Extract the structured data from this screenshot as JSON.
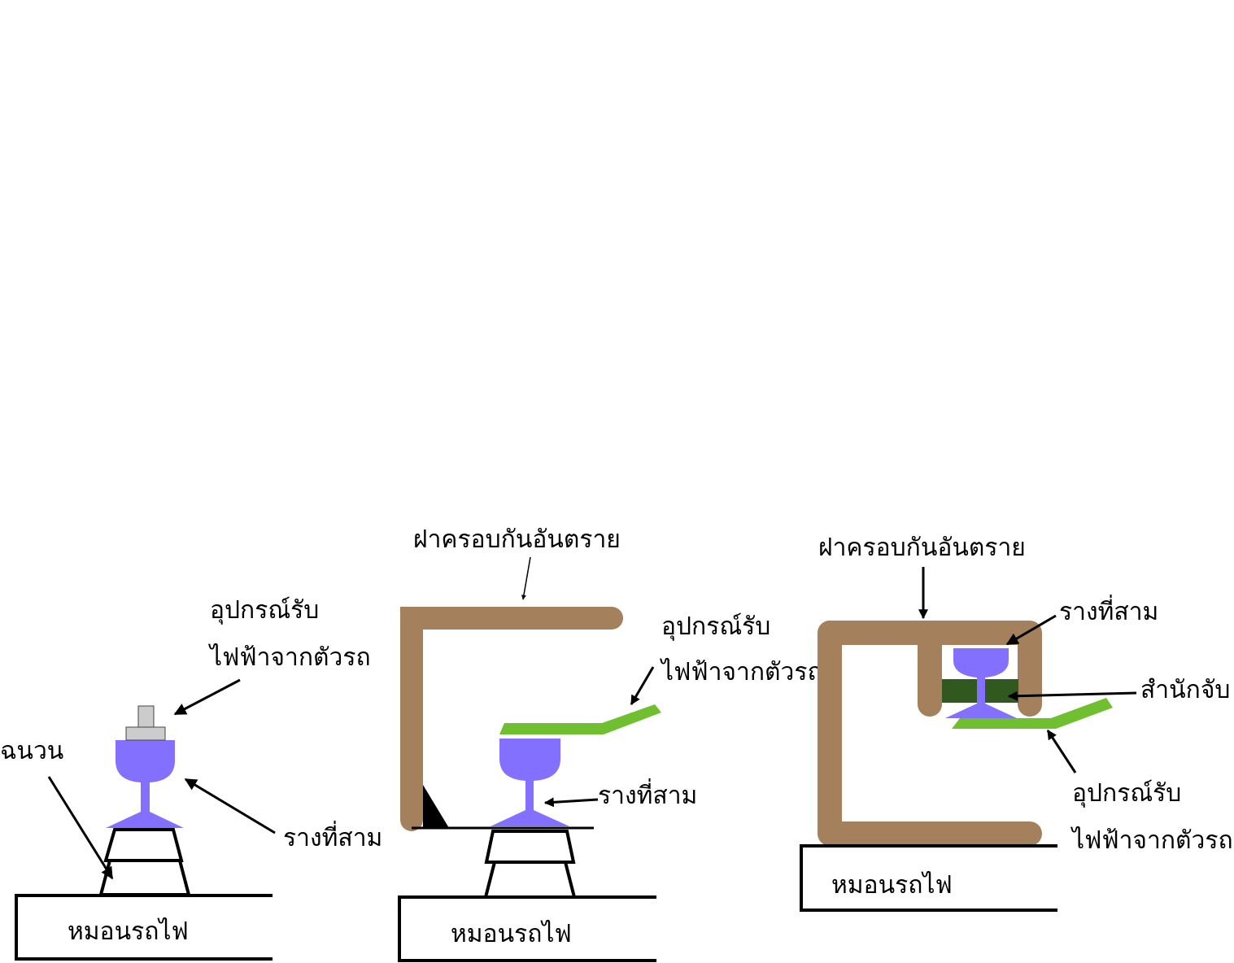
{
  "colors": {
    "rail": "#8470ff",
    "cover": "#a5805c",
    "shoe_green": "#70bf30",
    "mount_dark_green": "#31591f",
    "shoe_grey": "#cccccc",
    "line": "#000000"
  },
  "diagram1": {
    "collector_line1": "อุปกรณ์รับ",
    "collector_line2": "ไฟฟ้าจากตัวรถ",
    "insulator": "ฉนวน",
    "third_rail": "รางที่สาม",
    "sleeper": "หมอนรถไฟ"
  },
  "diagram2": {
    "cover": "ฝาครอบกันอันตราย",
    "collector_line1": "อุปกรณ์รับ",
    "collector_line2": "ไฟฟ้าจากตัวรถ",
    "third_rail": "รางที่สาม",
    "sleeper": "หมอนรถไฟ"
  },
  "diagram3": {
    "cover": "ฝาครอบกันอันตราย",
    "third_rail": "รางที่สาม",
    "bracket": "สำนักจับ",
    "collector_line1": "อุปกรณ์รับ",
    "collector_line2": "ไฟฟ้าจากตัวรถ",
    "sleeper": "หมอนรถไฟ"
  }
}
